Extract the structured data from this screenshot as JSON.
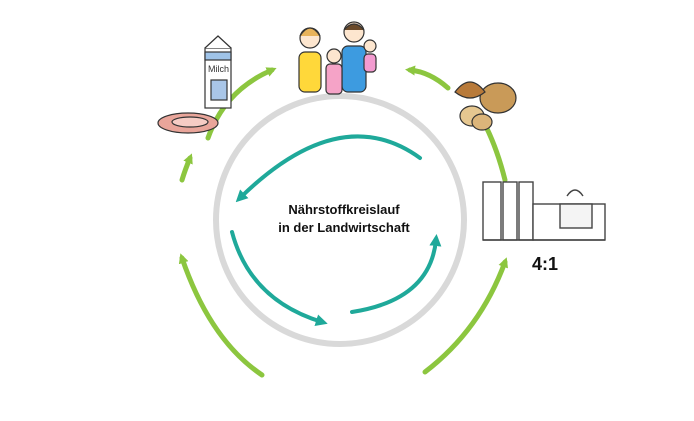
{
  "diagram": {
    "title_line1": "Nährstoffkreislauf",
    "title_line2": "in der Landwirtschaft",
    "ratio": "4:1",
    "milk_label": "Milch",
    "colors": {
      "outer_arrows": "#8cc63f",
      "inner_arrows": "#1fa99a",
      "ring": "#d6d6d6",
      "outline": "#333333"
    },
    "stations": [
      {
        "id": "family",
        "icon": "family-icon"
      },
      {
        "id": "bakery",
        "icon": "bread-icon"
      },
      {
        "id": "factory",
        "icon": "factory-icon"
      },
      {
        "id": "crops",
        "icon": "grain-beet-icon"
      },
      {
        "id": "farmer",
        "icon": "farmer-icon"
      },
      {
        "id": "fodder",
        "icon": "hay-icon"
      },
      {
        "id": "livestock",
        "icon": "cow-pig-icon"
      },
      {
        "id": "animal-products",
        "icon": "milk-meat-icon"
      }
    ]
  }
}
